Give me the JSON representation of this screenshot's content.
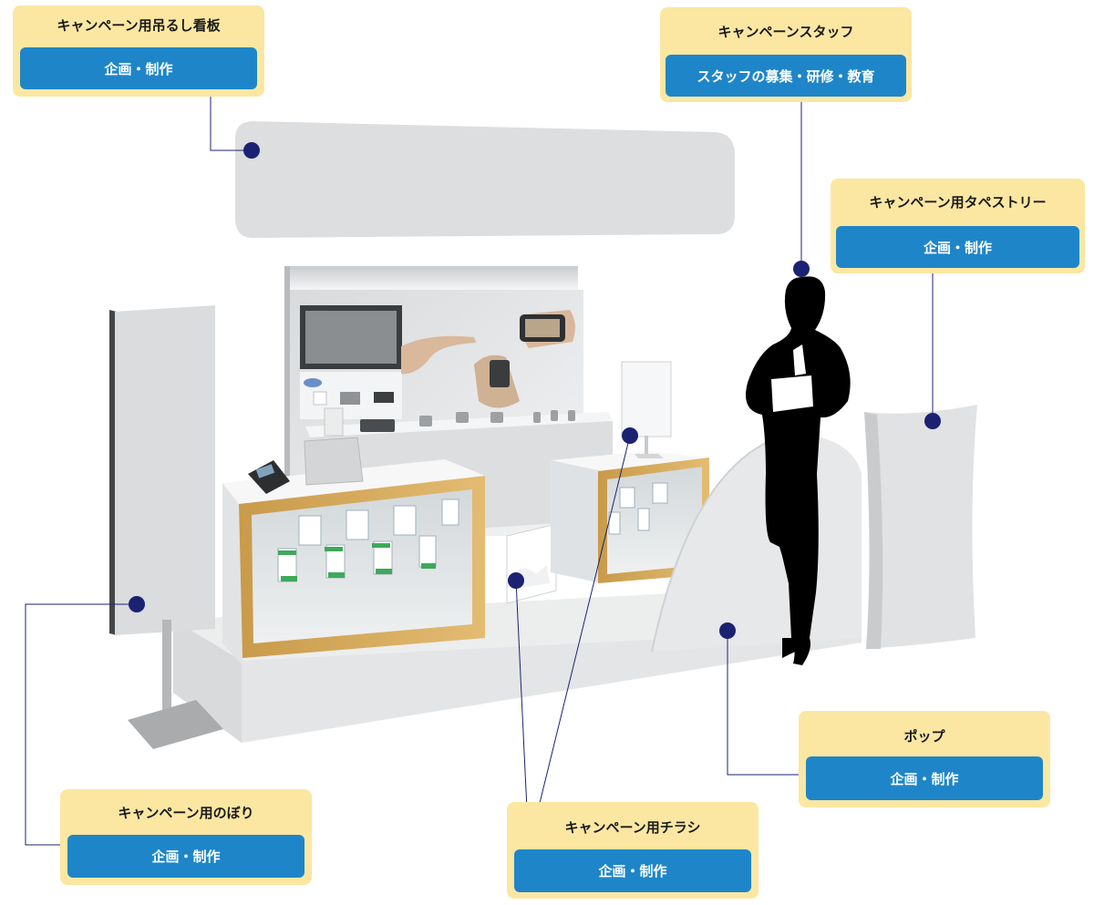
{
  "callouts": [
    {
      "id": "hanging-sign",
      "title": "キャンペーン用吊るし看板",
      "button": "企画・制作"
    },
    {
      "id": "campaign-staff",
      "title": "キャンペーンスタッフ",
      "button": "スタッフの募集・研修・教育"
    },
    {
      "id": "tapestry",
      "title": "キャンペーン用タペストリー",
      "button": "企画・制作"
    },
    {
      "id": "pop",
      "title": "ポップ",
      "button": "企画・制作"
    },
    {
      "id": "flyer",
      "title": "キャンペーン用チラシ",
      "button": "企画・制作"
    },
    {
      "id": "banner-flag",
      "title": "キャンペーン用のぼり",
      "button": "企画・制作"
    }
  ],
  "colors": {
    "callout_bg": "#fbe7a2",
    "button_bg": "#1e86c8",
    "marker": "#1b2272",
    "leader_line": "#1b2272"
  }
}
